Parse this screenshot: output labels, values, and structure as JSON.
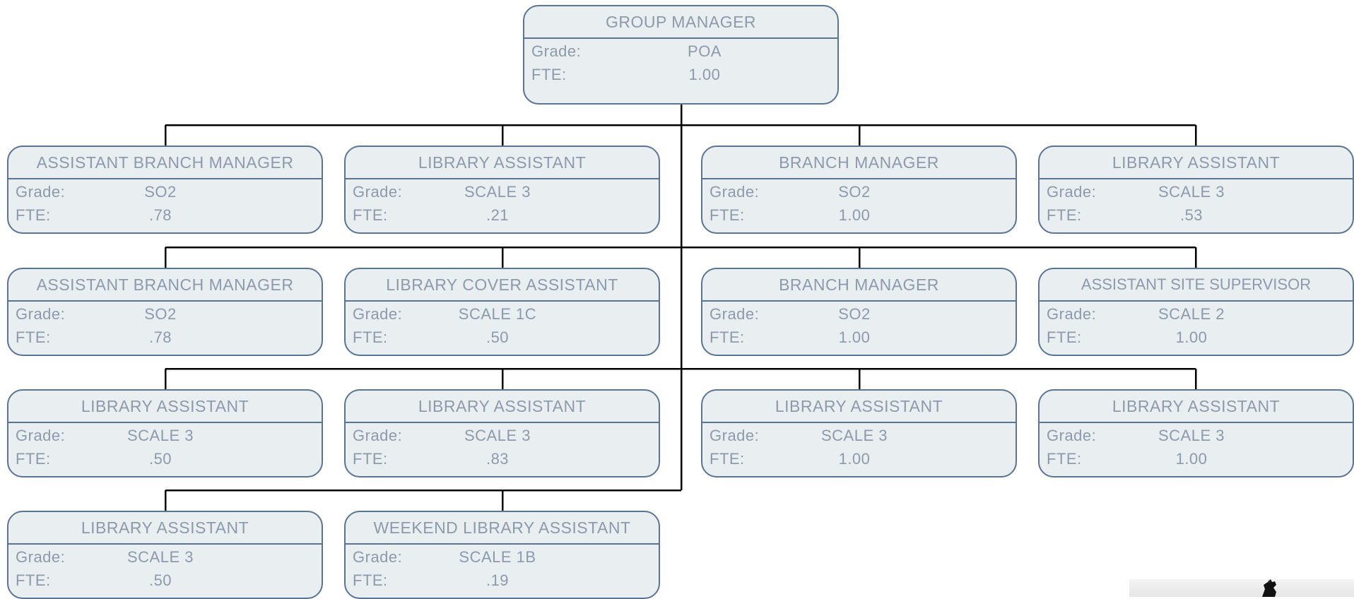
{
  "root": {
    "title": "GROUP MANAGER",
    "grade_label": "Grade:",
    "grade": "POA",
    "fte_label": "FTE:",
    "fte": "1.00"
  },
  "rows": [
    [
      {
        "title": "ASSISTANT BRANCH MANAGER",
        "grade_label": "Grade:",
        "grade": "SO2",
        "fte_label": "FTE:",
        "fte": ".78"
      },
      {
        "title": "LIBRARY ASSISTANT",
        "grade_label": "Grade:",
        "grade": "SCALE 3",
        "fte_label": "FTE:",
        "fte": ".21"
      },
      {
        "title": "BRANCH MANAGER",
        "grade_label": "Grade:",
        "grade": "SO2",
        "fte_label": "FTE:",
        "fte": "1.00"
      },
      {
        "title": "LIBRARY ASSISTANT",
        "grade_label": "Grade:",
        "grade": "SCALE 3",
        "fte_label": "FTE:",
        "fte": ".53"
      }
    ],
    [
      {
        "title": "ASSISTANT BRANCH MANAGER",
        "grade_label": "Grade:",
        "grade": "SO2",
        "fte_label": "FTE:",
        "fte": ".78"
      },
      {
        "title": "LIBRARY COVER ASSISTANT",
        "grade_label": "Grade:",
        "grade": "SCALE 1C",
        "fte_label": "FTE:",
        "fte": ".50"
      },
      {
        "title": "BRANCH MANAGER",
        "grade_label": "Grade:",
        "grade": "SO2",
        "fte_label": "FTE:",
        "fte": "1.00"
      },
      {
        "title": "ASSISTANT SITE SUPERVISOR",
        "grade_label": "Grade:",
        "grade": "SCALE 2",
        "fte_label": "FTE:",
        "fte": "1.00"
      }
    ],
    [
      {
        "title": "LIBRARY ASSISTANT",
        "grade_label": "Grade:",
        "grade": "SCALE 3",
        "fte_label": "FTE:",
        "fte": ".50"
      },
      {
        "title": "LIBRARY ASSISTANT",
        "grade_label": "Grade:",
        "grade": "SCALE 3",
        "fte_label": "FTE:",
        "fte": ".83"
      },
      {
        "title": "LIBRARY ASSISTANT",
        "grade_label": "Grade:",
        "grade": "SCALE 3",
        "fte_label": "FTE:",
        "fte": "1.00"
      },
      {
        "title": "LIBRARY ASSISTANT",
        "grade_label": "Grade:",
        "grade": "SCALE 3",
        "fte_label": "FTE:",
        "fte": "1.00"
      }
    ],
    [
      {
        "title": "LIBRARY ASSISTANT",
        "grade_label": "Grade:",
        "grade": "SCALE 3",
        "fte_label": "FTE:",
        "fte": ".50"
      },
      {
        "title": "WEEKEND LIBRARY ASSISTANT",
        "grade_label": "Grade:",
        "grade": "SCALE 1B",
        "fte_label": "FTE:",
        "fte": ".19"
      }
    ]
  ],
  "colors": {
    "box_fill": "#e9eef1",
    "box_border": "#5a7594",
    "text": "#8c9aab",
    "connector": "#000000"
  },
  "logo": {
    "icon": "horse-head-logo-icon"
  }
}
